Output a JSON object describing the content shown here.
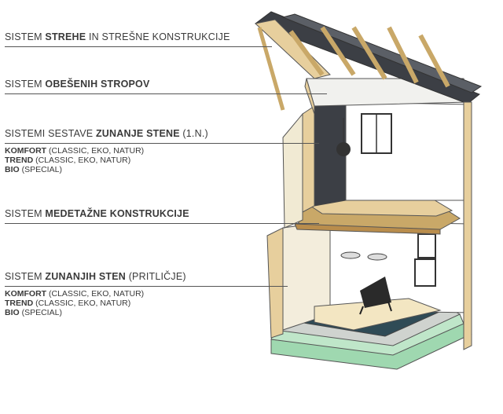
{
  "labels": {
    "roof": {
      "pre": "SISTEM ",
      "bold": "STREHE",
      "post": " IN STREŠNE KONSTRUKCIJE"
    },
    "ceiling": {
      "pre": "SISTEM ",
      "bold": "OBEŠENIH STROPOV",
      "post": ""
    },
    "upper_wall": {
      "pre": "SISTEMI SESTAVE ",
      "bold": "ZUNANJE STENE",
      "post": " (1.N.)",
      "items": [
        {
          "bold": "KOMFORT",
          "rest": " (CLASSIC, EKO, NATUR)"
        },
        {
          "bold": "TREND",
          "rest": " (CLASSIC, EKO, NATUR)"
        },
        {
          "bold": "BIO",
          "rest": " (SPECIAL)"
        }
      ]
    },
    "floor": {
      "pre": "SISTEM ",
      "bold": "MEDETAŽNE KONSTRUKCIJE",
      "post": ""
    },
    "ground_wall": {
      "pre": "SISTEM ",
      "bold": "ZUNANJIH STEN",
      "post": " (PRITLIČJE)",
      "items": [
        {
          "bold": "KOMFORT",
          "rest": " (CLASSIC, EKO, NATUR)"
        },
        {
          "bold": "TREND",
          "rest": " (CLASSIC, EKO, NATUR)"
        },
        {
          "bold": "BIO",
          "rest": " (SPECIAL)"
        }
      ]
    }
  },
  "colors": {
    "wood": "#e7cf9d",
    "wood_dark": "#c9a868",
    "insulation": "#f1f1ee",
    "membrane": "#3c3f45",
    "wall_panel": "#f3eddc",
    "foundation_green": "#9fd8b0",
    "foundation_top": "#cfd3cf",
    "gravel": "#2f4b56",
    "line": "#555555"
  }
}
